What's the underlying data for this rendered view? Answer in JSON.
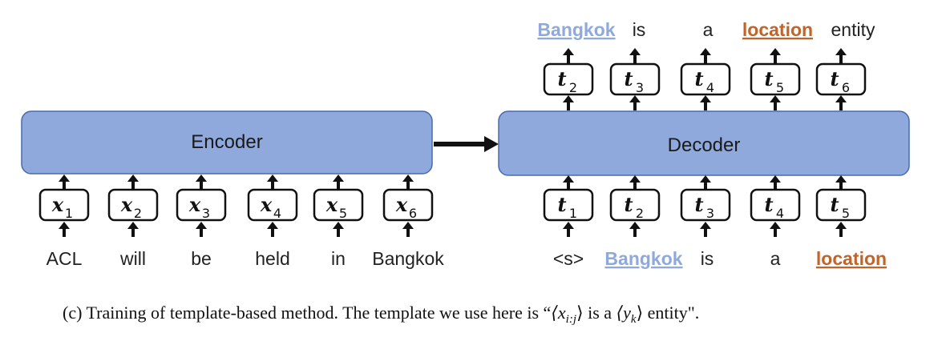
{
  "encoder": {
    "label": "Encoder",
    "input_boxes": [
      {
        "var": "x",
        "sub": "1"
      },
      {
        "var": "x",
        "sub": "2"
      },
      {
        "var": "x",
        "sub": "3"
      },
      {
        "var": "x",
        "sub": "4"
      },
      {
        "var": "x",
        "sub": "5"
      },
      {
        "var": "x",
        "sub": "6"
      }
    ],
    "input_words": [
      "ACL",
      "will",
      "be",
      "held",
      "in",
      "Bangkok"
    ]
  },
  "decoder": {
    "label": "Decoder",
    "input_boxes": [
      {
        "var": "t",
        "sub": "1"
      },
      {
        "var": "t",
        "sub": "2"
      },
      {
        "var": "t",
        "sub": "3"
      },
      {
        "var": "t",
        "sub": "4"
      },
      {
        "var": "t",
        "sub": "5"
      }
    ],
    "input_words": [
      {
        "text": "<s>",
        "style": "plain"
      },
      {
        "text": "Bangkok",
        "style": "entity"
      },
      {
        "text": "is",
        "style": "plain"
      },
      {
        "text": "a",
        "style": "plain"
      },
      {
        "text": "location",
        "style": "type"
      }
    ],
    "output_boxes": [
      {
        "var": "t",
        "sub": "2"
      },
      {
        "var": "t",
        "sub": "3"
      },
      {
        "var": "t",
        "sub": "4"
      },
      {
        "var": "t",
        "sub": "5"
      },
      {
        "var": "t",
        "sub": "6"
      }
    ],
    "output_words": [
      {
        "text": "Bangkok",
        "style": "entity"
      },
      {
        "text": "is",
        "style": "plain"
      },
      {
        "text": "a",
        "style": "plain"
      },
      {
        "text": "location",
        "style": "type"
      },
      {
        "text": "entity",
        "style": "plain"
      }
    ]
  },
  "caption": {
    "prefix": "(c) Training of template-based method. The template we use here is “",
    "math1": "⟨x",
    "math1_sub": "i:j",
    "math1_close": "⟩",
    "mid": " is a ",
    "math2": "⟨y",
    "math2_sub": "k",
    "math2_close": "⟩",
    "suffix": " entity\"."
  },
  "colors": {
    "block_fill": "#8fa9dc",
    "block_stroke": "#4a6aad",
    "entity_word": "#8fa9dc",
    "type_word": "#c0642a"
  }
}
